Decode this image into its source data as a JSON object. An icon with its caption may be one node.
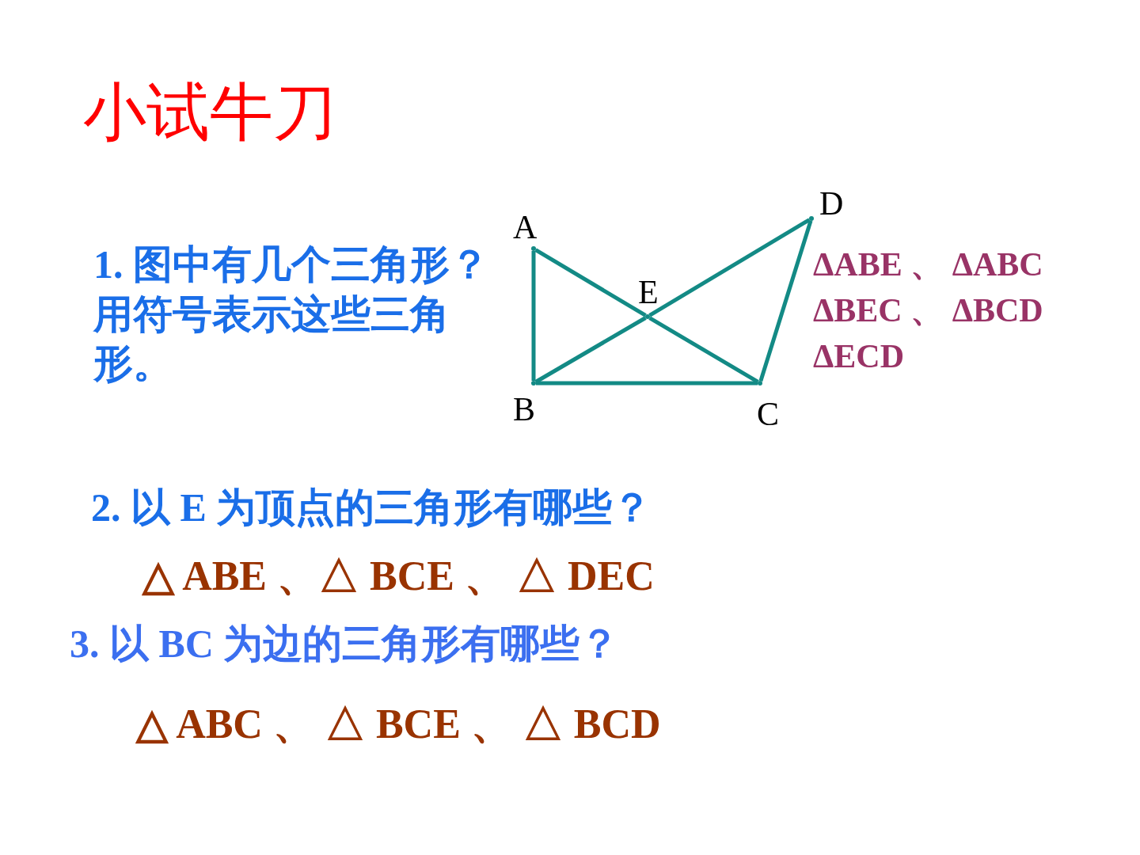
{
  "diagram": {
    "title": "小试牛刀",
    "nodes": [
      {
        "text": [],
        "shape": "point",
        "beside": [
          "A"
        ]
      },
      {
        "text": [],
        "shape": "point",
        "beside": [
          "B"
        ]
      },
      {
        "text": [],
        "shape": "point",
        "beside": [
          "C"
        ]
      },
      {
        "text": [],
        "shape": "point",
        "beside": [
          "D"
        ]
      },
      {
        "text": [],
        "shape": "point",
        "beside": [
          "E"
        ]
      }
    ],
    "edges": [
      {
        "from": 0,
        "to": 1,
        "arrow": "none"
      },
      {
        "from": 1,
        "to": 2,
        "arrow": "none"
      },
      {
        "from": 0,
        "to": 4,
        "arrow": "none"
      },
      {
        "from": 4,
        "to": 2,
        "arrow": "none"
      },
      {
        "from": 1,
        "to": 4,
        "arrow": "none"
      },
      {
        "from": 4,
        "to": 3,
        "arrow": "none"
      },
      {
        "from": 2,
        "to": 3,
        "arrow": "none"
      }
    ],
    "labels": [
      "1. 图中有几个三角形？用符号表示这些三角形。",
      "ΔABE 、 ΔABC",
      "ΔBEC 、 ΔBCD",
      "ΔECD",
      "2. 以 E 为顶点的三角形有哪些？",
      "△ ABE 、△ BCE 、 △ DEC",
      "3. 以 BC 为边的三角形有哪些？",
      "△ ABC 、 △ BCE 、 △ BCD"
    ]
  }
}
